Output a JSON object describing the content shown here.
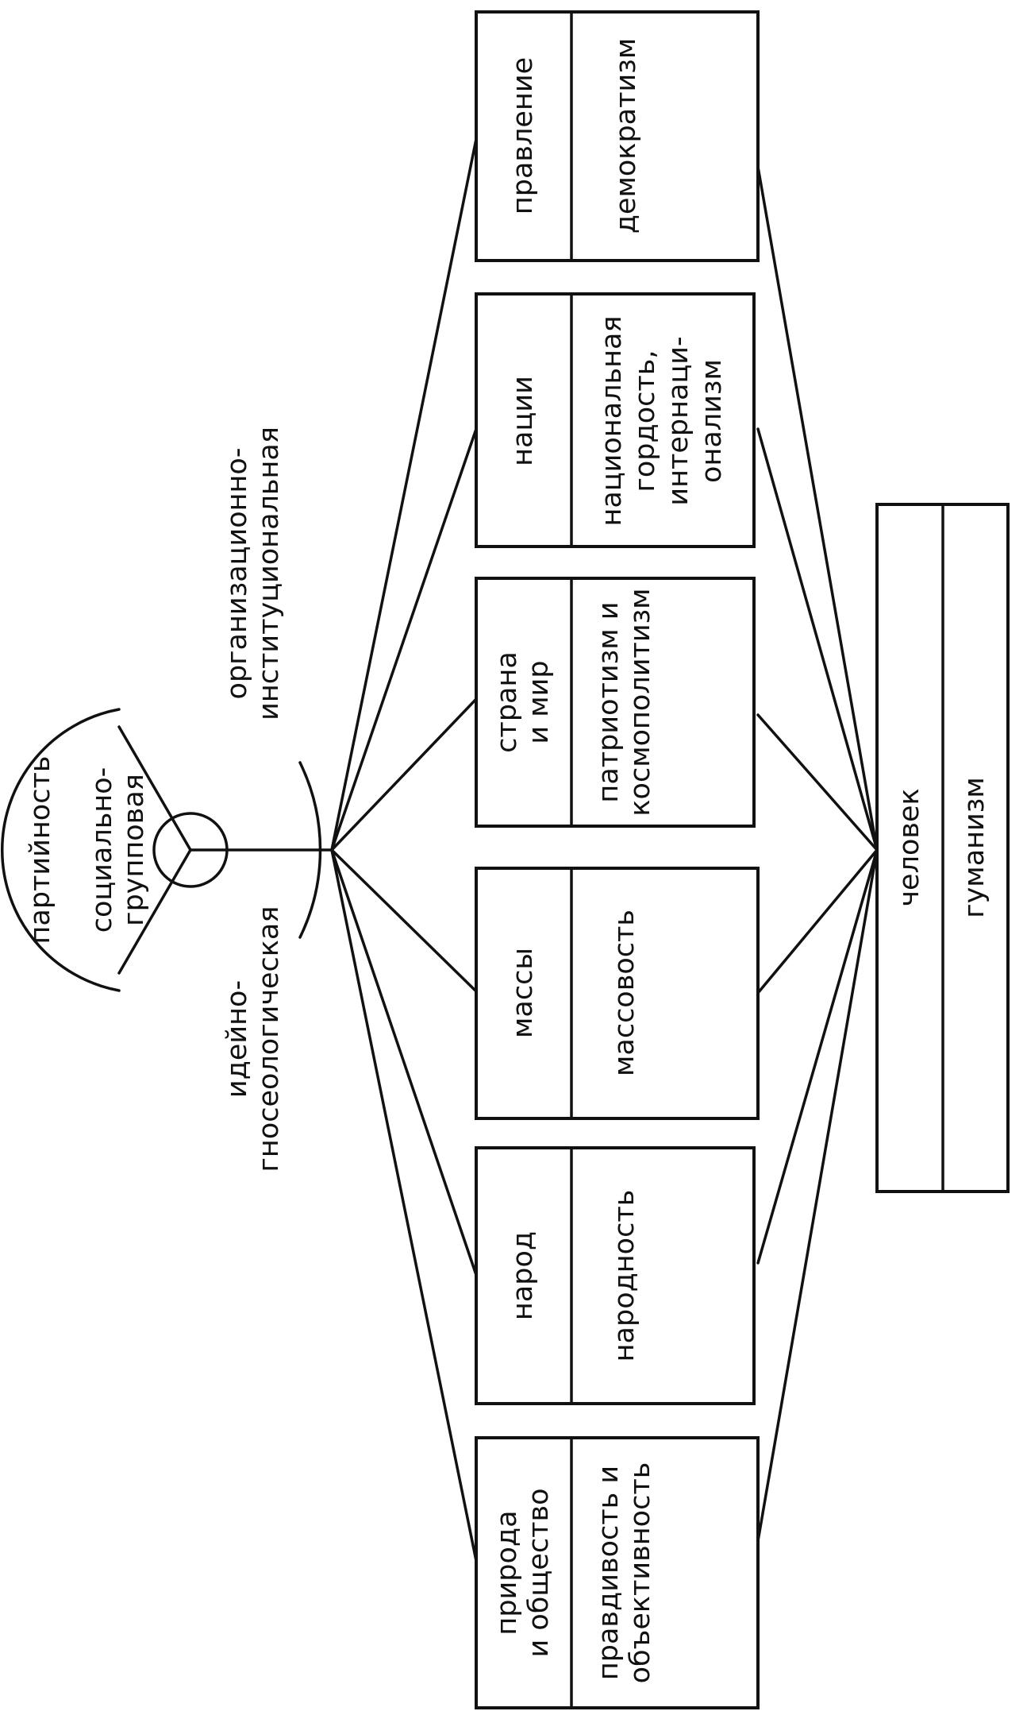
{
  "diagram": {
    "hub": {
      "title": "партийность",
      "sector_top": [
        "социально-",
        "групповая"
      ],
      "sector_right": [
        "организационно-",
        "институциональная"
      ],
      "sector_left": [
        "идейно-",
        "гносеологическая"
      ]
    },
    "boxes": [
      {
        "header": [
          "природа",
          "и общество"
        ],
        "content": [
          "правдивость и",
          "объективность"
        ]
      },
      {
        "header": [
          "народ"
        ],
        "content": [
          "народность"
        ]
      },
      {
        "header": [
          "массы"
        ],
        "content": [
          "массовость"
        ]
      },
      {
        "header": [
          "страна",
          "и мир"
        ],
        "content": [
          "патриотизм и",
          "космополитизм"
        ]
      },
      {
        "header": [
          "нации"
        ],
        "content": [
          "национальная",
          "гордость,",
          "интернаци-",
          "онализм"
        ]
      },
      {
        "header": [
          "правление"
        ],
        "content": [
          "демократизм"
        ]
      }
    ],
    "final": {
      "header": [
        "человек"
      ],
      "content": [
        "гуманизм"
      ]
    }
  }
}
